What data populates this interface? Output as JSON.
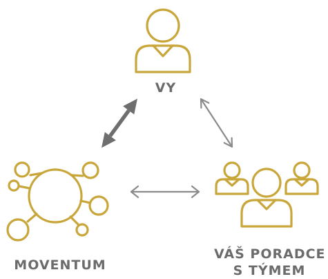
{
  "nodes": {
    "you": {
      "label": "VY",
      "icon": "person-icon"
    },
    "moventum": {
      "label": "MOVENTUM",
      "icon": "network-icon"
    },
    "advisor": {
      "label_line1": "VÁŠ PORADCE",
      "label_line2": "S TÝMEM",
      "icon": "team-icon"
    }
  },
  "colors": {
    "gold": "#c9a63a",
    "text_gray": "#6b6b6b",
    "thick_arrow": "#6e6e6e",
    "thin_arrow": "#8a8a8a"
  }
}
